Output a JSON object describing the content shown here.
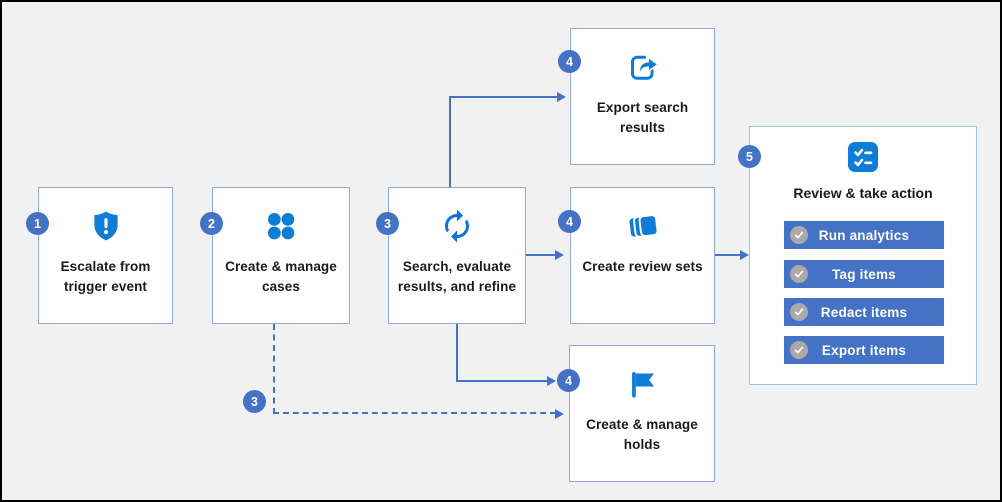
{
  "colors": {
    "accent": "#4472C4",
    "icon_blue": "#0F7CD6",
    "box_border": "#8FAADC",
    "panel_border": "#9DC3E6",
    "background": "#F1F1F2",
    "check_circle_gray": "#A9A9A9",
    "button_blue": "#4472C4"
  },
  "steps": [
    {
      "badge": "1",
      "label": "Escalate from trigger event",
      "icon": "shield-alert-icon"
    },
    {
      "badge": "2",
      "label": "Create & manage cases",
      "icon": "apps-dots-icon"
    },
    {
      "badge": "3",
      "label": "Search, evaluate results, and refine",
      "icon": "sync-arrows-icon"
    },
    {
      "badge": "4",
      "label": "Export search results",
      "icon": "export-share-icon"
    },
    {
      "badge": "4",
      "label": "Create review sets",
      "icon": "review-sets-stack-icon"
    },
    {
      "badge": "4",
      "label": "Create & manage holds",
      "icon": "hold-flag-icon"
    }
  ],
  "connector_badge": "3",
  "review_panel": {
    "badge": "5",
    "title": "Review & take action",
    "icon": "checklist-icon",
    "actions": [
      {
        "label": "Run analytics"
      },
      {
        "label": "Tag items"
      },
      {
        "label": "Redact items"
      },
      {
        "label": "Export items"
      }
    ]
  }
}
